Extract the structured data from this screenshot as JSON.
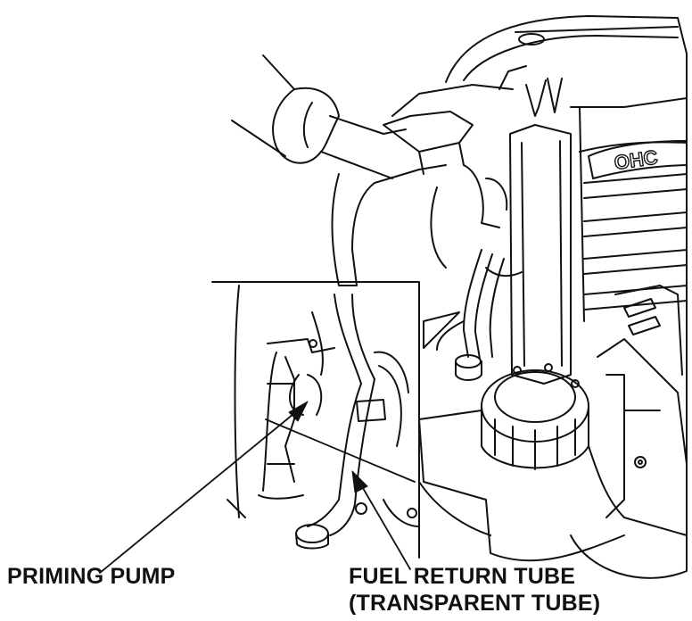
{
  "labels": {
    "priming_pump": "PRIMING PUMP",
    "fuel_return_tube": "FUEL RETURN TUBE",
    "fuel_return_tube_note": "(TRANSPARENT TUBE)"
  },
  "engine": {
    "badge_text": "OHC"
  },
  "colors": {
    "line": "#111111",
    "background": "#ffffff"
  }
}
